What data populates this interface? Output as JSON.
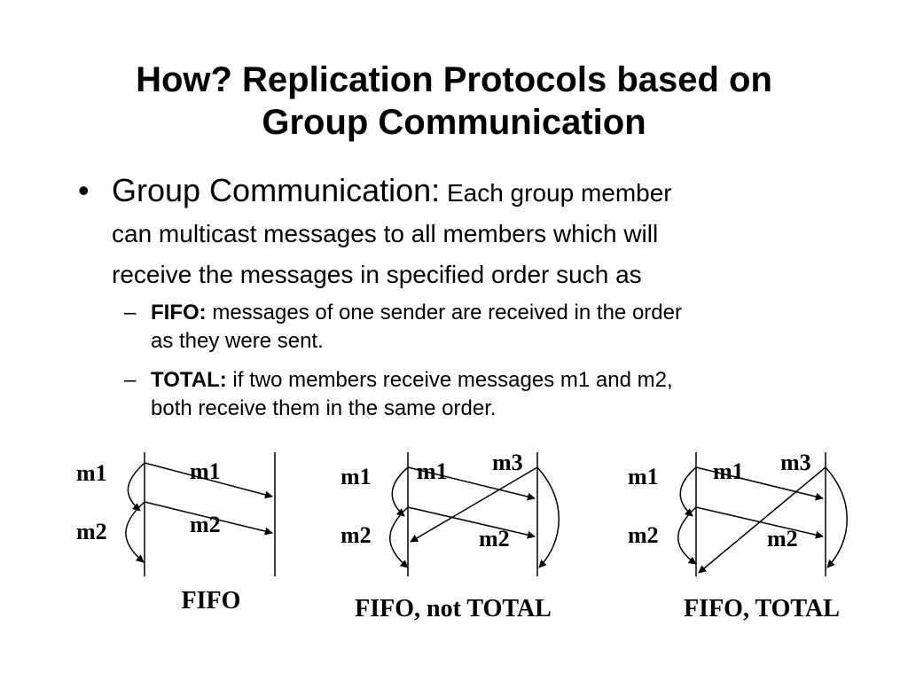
{
  "title": {
    "line1": "How? Replication Protocols based on",
    "line2": "Group Communication"
  },
  "bullet": {
    "lead": "Group Communication:",
    "rest": " Each group member",
    "line2": "can multicast messages to all members which will",
    "line3": "receive the messages in specified order such as"
  },
  "subbullets": [
    {
      "term": "FIFO:",
      "text": "  messages of one sender are received in the order",
      "cont": "as they were sent."
    },
    {
      "term": "TOTAL:",
      "text": " if two members receive messages m1 and m2,",
      "cont": "both receive them in the same order."
    }
  ],
  "diagrams": {
    "fifo": {
      "caption": "FIFO",
      "labels": [
        "m1",
        "m2",
        "m1",
        "m2"
      ]
    },
    "fifo_not_total": {
      "caption": "FIFO, not TOTAL",
      "labels": [
        "m1",
        "m2",
        "m1",
        "m3",
        "m2"
      ]
    },
    "fifo_total": {
      "caption": "FIFO, TOTAL",
      "labels": [
        "m1",
        "m2",
        "m1",
        "m3",
        "m2"
      ]
    }
  },
  "colors": {
    "text": "#000000",
    "background": "#ffffff"
  }
}
